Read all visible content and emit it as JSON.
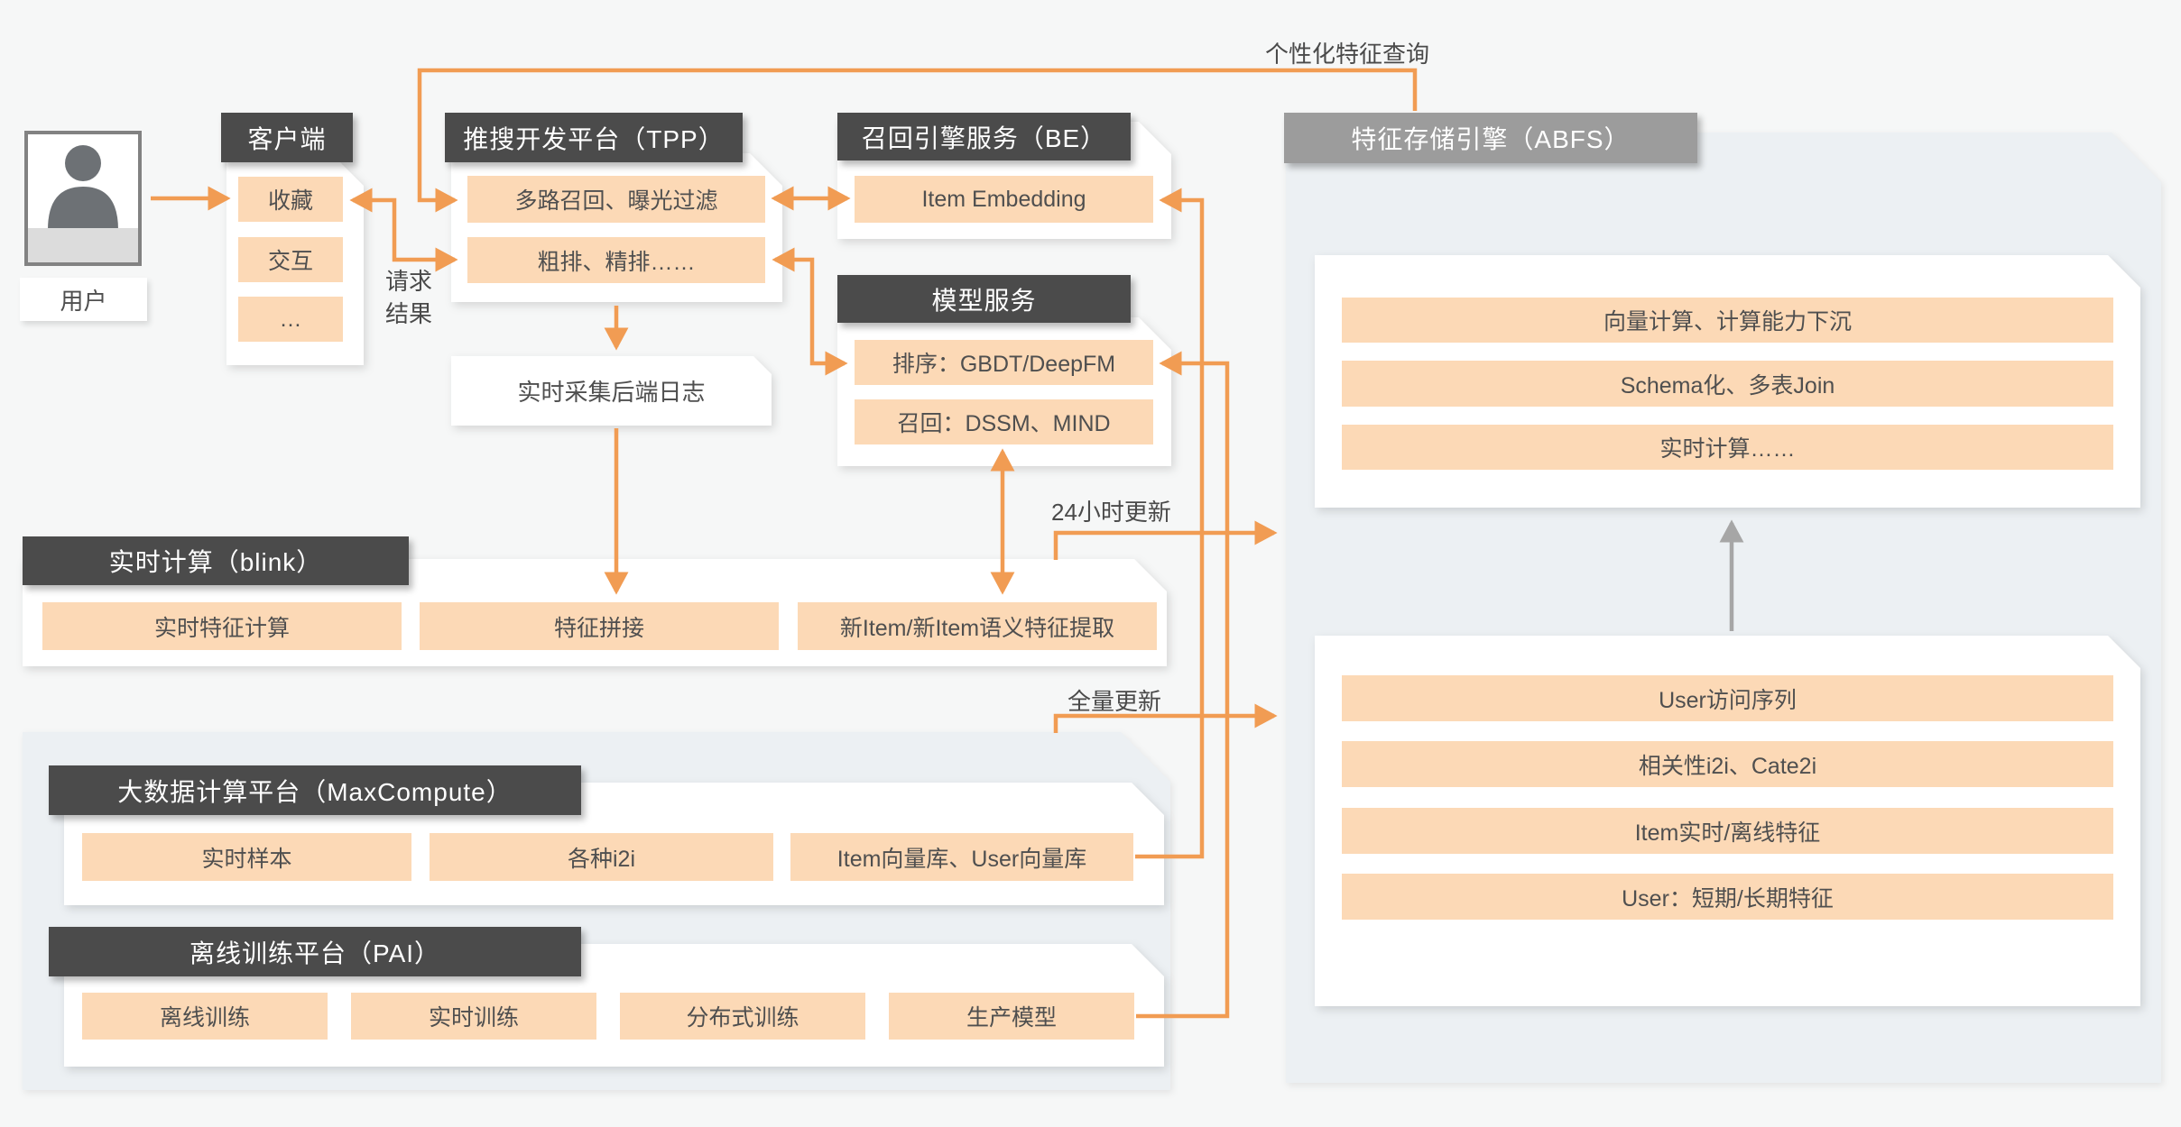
{
  "colors": {
    "accent_orange": "#f19c53",
    "item_fill": "#fcd9b6",
    "header_dark": "#4b4b4b",
    "header_gray": "#9c9c9c",
    "container_fill": "#ecf0f3",
    "canvas_bg": "#f6f7f7",
    "text_dark": "#4f4f4f",
    "arrow_gray": "#a6a6a6"
  },
  "user": {
    "label": "用户"
  },
  "client": {
    "title": "客户端",
    "items": [
      "收藏",
      "交互",
      "…"
    ]
  },
  "tpp": {
    "title": "推搜开发平台（TPP）",
    "items": [
      "多路召回、曝光过滤",
      "粗排、精排……"
    ]
  },
  "be": {
    "title": "召回引擎服务（BE）",
    "items": [
      "Item Embedding"
    ]
  },
  "model": {
    "title": "模型服务",
    "items": [
      "排序：GBDT/DeepFM",
      "召回：DSSM、MIND"
    ]
  },
  "log": {
    "label": "实时采集后端日志"
  },
  "blink": {
    "title": "实时计算（blink）",
    "items": [
      "实时特征计算",
      "特征拼接",
      "新Item/新Item语义特征提取"
    ]
  },
  "maxcompute": {
    "title": "大数据计算平台（MaxCompute）",
    "items": [
      "实时样本",
      "各种i2i",
      "Item向量库、User向量库"
    ]
  },
  "pai": {
    "title": "离线训练平台（PAI）",
    "items": [
      "离线训练",
      "实时训练",
      "分布式训练",
      "生产模型"
    ]
  },
  "abfs": {
    "title": "特征存储引擎（ABFS）",
    "top_items": [
      "向量计算、计算能力下沉",
      "Schema化、多表Join",
      "实时计算……"
    ],
    "bottom_items": [
      "User访问序列",
      "相关性i2i、Cate2i",
      "Item实时/离线特征",
      "User：短期/长期特征"
    ]
  },
  "edge_labels": {
    "personalized_query": "个性化特征查询",
    "request": "请求",
    "result": "结果",
    "update_24h": "24小时更新",
    "update_full": "全量更新"
  }
}
